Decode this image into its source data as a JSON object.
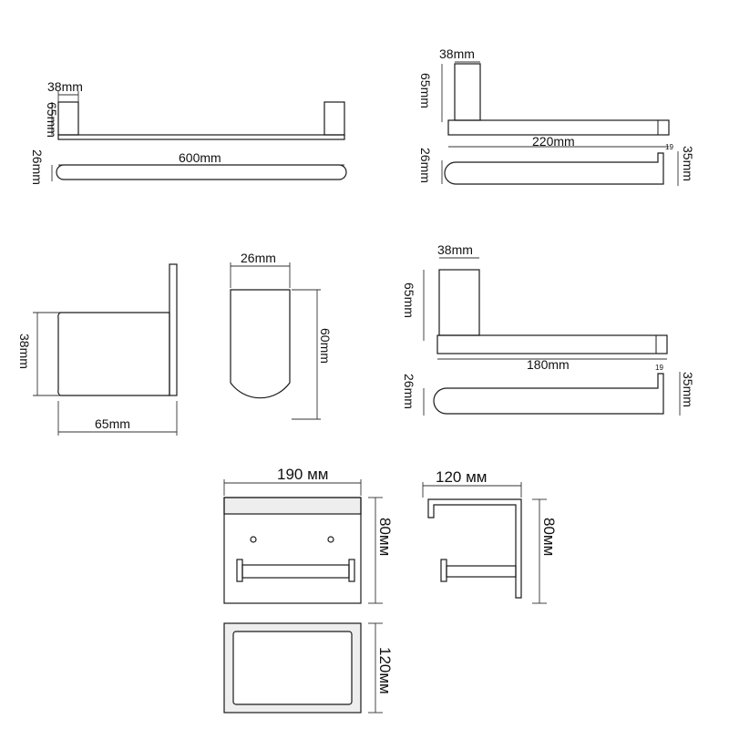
{
  "towel_bar": {
    "width_label": "600mm",
    "depth_label": "26mm",
    "height_label": "65mm",
    "post_label": "38mm"
  },
  "long_arm_holder": {
    "width_label": "220mm",
    "height_label": "65mm",
    "post_label": "38mm",
    "depth_label": "26mm",
    "tip_height_label": "35mm",
    "tip_label": "19"
  },
  "hook": {
    "height_label": "38mm",
    "depth_label": "65mm",
    "top_width_label": "26mm",
    "front_height_label": "60mm"
  },
  "short_arm_holder": {
    "width_label": "180mm",
    "height_label": "65mm",
    "post_label": "38mm",
    "depth_label": "26mm",
    "tip_height_label": "35mm",
    "tip_label": "19"
  },
  "shelf_holder": {
    "front_width_label": "190 мм",
    "front_height_label": "80мм",
    "side_depth_label": "120 мм",
    "side_height_label": "80мм",
    "top_depth_label": "120мм"
  }
}
